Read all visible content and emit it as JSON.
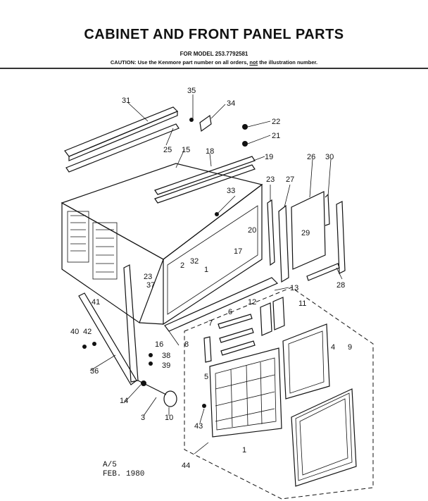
{
  "header": {
    "title": "CABINET AND FRONT PANEL PARTS",
    "model_line": "FOR MODEL 253.7792581",
    "caution_prefix": "CAUTION: Use the Kenmore part number on all orders,",
    "caution_not": "not",
    "caution_suffix": "the illustration number."
  },
  "footer": {
    "line1": "A/5",
    "line2": "FEB. 1980"
  },
  "part_labels": [
    "1",
    "2",
    "2",
    "3",
    "4",
    "5",
    "6",
    "7",
    "8",
    "9",
    "10",
    "11",
    "12",
    "13",
    "14",
    "15",
    "16",
    "17",
    "18",
    "19",
    "20",
    "21",
    "22",
    "23",
    "23",
    "25",
    "26",
    "27",
    "28",
    "29",
    "30",
    "31",
    "32",
    "33",
    "34",
    "35",
    "36",
    "37",
    "38",
    "39",
    "40",
    "41",
    "42",
    "43",
    "44"
  ]
}
